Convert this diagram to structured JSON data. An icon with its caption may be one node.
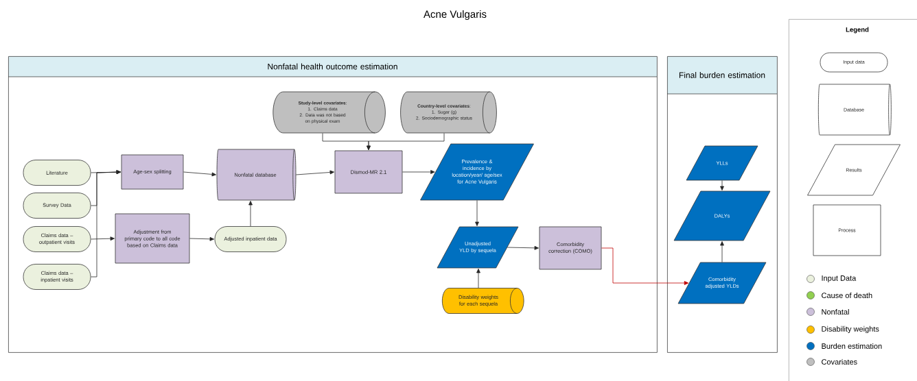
{
  "diagram": {
    "title": "Acne Vulgaris",
    "nodes": [
      {
        "text": [
          "Nonfatal health outcome estimation"
        ]
      },
      {
        "text": [
          "Final burden estimation"
        ]
      },
      {
        "text": [
          "Legend"
        ]
      },
      {
        "text": [
          "**Study-level covariates**:",
          "1. Claims data",
          "2. Data was not based on physical exam"
        ],
        "in": 0
      },
      {
        "text": [
          "**Country-level covariates**:",
          "1. Sugar (g)",
          "2. Sociodemographic status"
        ],
        "in": 0
      },
      {
        "text": [
          "Literature"
        ],
        "in": 0
      },
      {
        "text": [
          "Survey Data"
        ],
        "in": 0
      },
      {
        "text": [
          "Claims data – outpatient visits"
        ],
        "in": 0
      },
      {
        "text": [
          "Claims data – inpatient visits"
        ],
        "in": 0
      },
      {
        "text": [
          "Age-sex splitting"
        ],
        "in": 0
      },
      {
        "text": [
          "Adjustment from primary code to all code based on Claims data"
        ],
        "in": 0
      },
      {
        "text": [
          "Nonfatal database"
        ],
        "in": 0
      },
      {
        "text": [
          "Adjusted inpatient data"
        ],
        "in": 0
      },
      {
        "text": [
          "Dismod-MR 2.1"
        ],
        "in": 0
      },
      {
        "text": [
          "Prevalence & incidence by location/year/ age/sex for Acne Vulgaris"
        ],
        "in": 0
      },
      {
        "text": [
          "Unadjusted YLD by sequela"
        ],
        "in": 0
      },
      {
        "text": [
          "Comorbidity correction (COMO)"
        ],
        "in": 0
      },
      {
        "text": [
          "Disability weights for each sequela"
        ],
        "in": 0
      },
      {
        "text": [
          "YLLs"
        ],
        "in": 1
      },
      {
        "text": [
          "DALYs"
        ],
        "in": 1
      },
      {
        "text": [
          "Comorbidity adjusted YLDs"
        ],
        "in": 1
      },
      {
        "text": [
          "Input data"
        ],
        "in": 2
      },
      {
        "text": [
          "Database"
        ],
        "in": 2
      },
      {
        "text": [
          "Results"
        ],
        "in": 2
      },
      {
        "text": [
          "Process"
        ],
        "in": 2
      }
    ],
    "edges": [
      {
        "from": 5,
        "to": 9,
        "arrow": "to"
      },
      {
        "from": 6,
        "to": 9,
        "arrow": "to"
      },
      {
        "from": 8,
        "to": 9,
        "arrow": "to"
      },
      {
        "from": 7,
        "to": 10,
        "arrow": "to"
      },
      {
        "from": 9,
        "to": 11,
        "arrow": "to"
      },
      {
        "from": 10,
        "to": 12,
        "arrow": "to"
      },
      {
        "from": 12,
        "to": 11,
        "arrow": "to"
      },
      {
        "from": 11,
        "to": 13,
        "arrow": "to"
      },
      {
        "from": 3,
        "to": 13,
        "arrow": "to"
      },
      {
        "from": 4,
        "to": 13,
        "arrow": "to"
      },
      {
        "from": 13,
        "to": 14,
        "arrow": "to"
      },
      {
        "from": 14,
        "to": 15,
        "arrow": "to"
      },
      {
        "from": 17,
        "to": 15,
        "arrow": "to"
      },
      {
        "from": 15,
        "to": 16,
        "arrow": "to"
      },
      {
        "from": 16,
        "to": 20,
        "arrow": "to",
        "color": "#c00000"
      },
      {
        "from": 18,
        "to": 19,
        "arrow": "to"
      },
      {
        "from": 20,
        "to": 19,
        "arrow": "to"
      }
    ],
    "legend": [
      {
        "text": "Input Data",
        "color": "#ebf1de"
      },
      {
        "text": "Cause of death",
        "color": "#92d050"
      },
      {
        "text": "Nonfatal",
        "color": "#ccc0da"
      },
      {
        "text": "Disability weights",
        "color": "#ffc000"
      },
      {
        "text": "Burden estimation",
        "color": "#0070c0"
      },
      {
        "text": "Covariates",
        "color": "#bfbfbf"
      }
    ]
  }
}
